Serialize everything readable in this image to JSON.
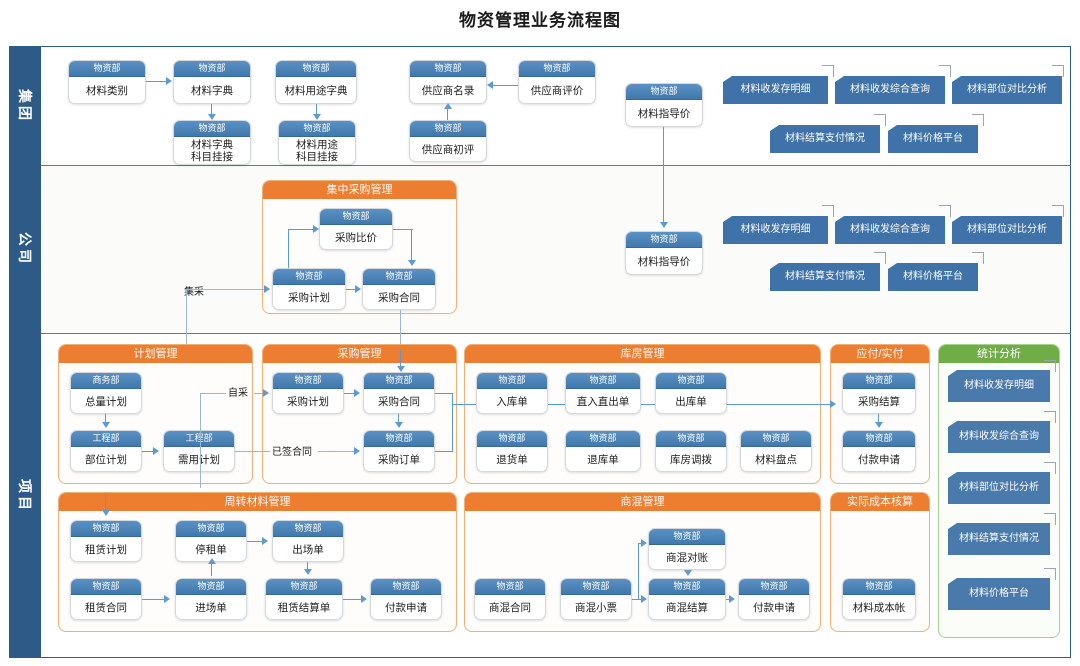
{
  "title": "物资管理业务流程图",
  "lanes": [
    {
      "key": "group",
      "label": "集团"
    },
    {
      "key": "company",
      "label": "公司"
    },
    {
      "key": "project",
      "label": "项目"
    }
  ],
  "dept_labels": {
    "wuzi": "物资部",
    "shangwu": "商务部",
    "gongcheng": "工程部"
  },
  "group_lane": {
    "nodes": [
      {
        "id": "g1",
        "dept": "物资部",
        "name": "材料类别"
      },
      {
        "id": "g2",
        "dept": "物资部",
        "name": "材料字典"
      },
      {
        "id": "g3",
        "dept": "物资部",
        "name": "材料用途字典"
      },
      {
        "id": "g4",
        "dept": "物资部",
        "name": "供应商名录"
      },
      {
        "id": "g5",
        "dept": "物资部",
        "name": "供应商评价"
      },
      {
        "id": "g6",
        "dept": "物资部",
        "name": "材料指导价"
      },
      {
        "id": "g7",
        "dept": "物资部",
        "name": "材料字典\n科目挂接"
      },
      {
        "id": "g8",
        "dept": "物资部",
        "name": "材料用途\n科目挂接"
      },
      {
        "id": "g9",
        "dept": "物资部",
        "name": "供应商初评"
      }
    ],
    "reports": [
      {
        "id": "gr1",
        "name": "材料收发存明细"
      },
      {
        "id": "gr2",
        "name": "材料收发综合查询"
      },
      {
        "id": "gr3",
        "name": "材料部位对比分析"
      },
      {
        "id": "gr4",
        "name": "材料结算支付情况"
      },
      {
        "id": "gr5",
        "name": "材料价格平台"
      }
    ]
  },
  "company_lane": {
    "panel_title": "集中采购管理",
    "edge_label": "集采",
    "nodes": [
      {
        "id": "c1",
        "dept": "物资部",
        "name": "采购比价"
      },
      {
        "id": "c2",
        "dept": "物资部",
        "name": "采购计划"
      },
      {
        "id": "c3",
        "dept": "物资部",
        "name": "采购合同"
      },
      {
        "id": "c4",
        "dept": "物资部",
        "name": "材料指导价"
      }
    ],
    "reports": [
      {
        "id": "cr1",
        "name": "材料收发存明细"
      },
      {
        "id": "cr2",
        "name": "材料收发综合查询"
      },
      {
        "id": "cr3",
        "name": "材料部位对比分析"
      },
      {
        "id": "cr4",
        "name": "材料结算支付情况"
      },
      {
        "id": "cr5",
        "name": "材料价格平台"
      }
    ]
  },
  "project_lane": {
    "panels": [
      {
        "id": "p-plan",
        "title": "计划管理",
        "color": "orange"
      },
      {
        "id": "p-purchase",
        "title": "采购管理",
        "color": "orange"
      },
      {
        "id": "p-store",
        "title": "库房管理",
        "color": "orange"
      },
      {
        "id": "p-pay",
        "title": "应付/实付",
        "color": "orange"
      },
      {
        "id": "p-stat",
        "title": "统计分析",
        "color": "green"
      },
      {
        "id": "p-turnover",
        "title": "周转材料管理",
        "color": "orange"
      },
      {
        "id": "p-concrete",
        "title": "商混管理",
        "color": "orange"
      },
      {
        "id": "p-cost",
        "title": "实际成本核算",
        "color": "orange"
      }
    ],
    "edge_labels": [
      {
        "id": "e-zicai",
        "text": "自采"
      },
      {
        "id": "e-yiqian",
        "text": "已签合同"
      }
    ],
    "plan_nodes": [
      {
        "id": "pl1",
        "dept": "商务部",
        "name": "总量计划"
      },
      {
        "id": "pl2",
        "dept": "工程部",
        "name": "部位计划"
      },
      {
        "id": "pl3",
        "dept": "工程部",
        "name": "需用计划"
      }
    ],
    "purchase_nodes": [
      {
        "id": "pu1",
        "dept": "物资部",
        "name": "采购计划"
      },
      {
        "id": "pu2",
        "dept": "物资部",
        "name": "采购合同"
      },
      {
        "id": "pu3",
        "dept": "物资部",
        "name": "采购订单"
      }
    ],
    "store_nodes": [
      {
        "id": "st1",
        "dept": "物资部",
        "name": "入库单"
      },
      {
        "id": "st2",
        "dept": "物资部",
        "name": "直入直出单"
      },
      {
        "id": "st3",
        "dept": "物资部",
        "name": "出库单"
      },
      {
        "id": "st4",
        "dept": "物资部",
        "name": "退货单"
      },
      {
        "id": "st5",
        "dept": "物资部",
        "name": "退库单"
      },
      {
        "id": "st6",
        "dept": "物资部",
        "name": "库房调拨"
      },
      {
        "id": "st7",
        "dept": "物资部",
        "name": "材料盘点"
      }
    ],
    "pay_nodes": [
      {
        "id": "pa1",
        "dept": "物资部",
        "name": "采购结算"
      },
      {
        "id": "pa2",
        "dept": "物资部",
        "name": "付款申请"
      }
    ],
    "stat_reports": [
      {
        "id": "sr1",
        "name": "材料收发存明细"
      },
      {
        "id": "sr2",
        "name": "材料收发综合查询"
      },
      {
        "id": "sr3",
        "name": "材料部位对比分析"
      },
      {
        "id": "sr4",
        "name": "材料结算支付情况"
      },
      {
        "id": "sr5",
        "name": "材料价格平台"
      }
    ],
    "turnover_nodes": [
      {
        "id": "tn1",
        "dept": "物资部",
        "name": "租赁计划"
      },
      {
        "id": "tn2",
        "dept": "物资部",
        "name": "停租单"
      },
      {
        "id": "tn3",
        "dept": "物资部",
        "name": "出场单"
      },
      {
        "id": "tn4",
        "dept": "物资部",
        "name": "租赁合同"
      },
      {
        "id": "tn5",
        "dept": "物资部",
        "name": "进场单"
      },
      {
        "id": "tn6",
        "dept": "物资部",
        "name": "租赁结算单"
      },
      {
        "id": "tn7",
        "dept": "物资部",
        "name": "付款申请"
      }
    ],
    "concrete_nodes": [
      {
        "id": "cn1",
        "dept": "物资部",
        "name": "商混对账"
      },
      {
        "id": "cn2",
        "dept": "物资部",
        "name": "商混合同"
      },
      {
        "id": "cn3",
        "dept": "物资部",
        "name": "商混小票"
      },
      {
        "id": "cn4",
        "dept": "物资部",
        "name": "商混结算"
      },
      {
        "id": "cn5",
        "dept": "物资部",
        "name": "付款申请"
      }
    ],
    "cost_nodes": [
      {
        "id": "co1",
        "dept": "物资部",
        "name": "材料成本帐"
      }
    ]
  },
  "colors": {
    "band": "#2d5a87",
    "node_header": "#4179ad",
    "panel_orange": "#ed7d31",
    "panel_green": "#70ad47",
    "report_blue": "#3f72a8",
    "connector": "#5b9bd5"
  }
}
